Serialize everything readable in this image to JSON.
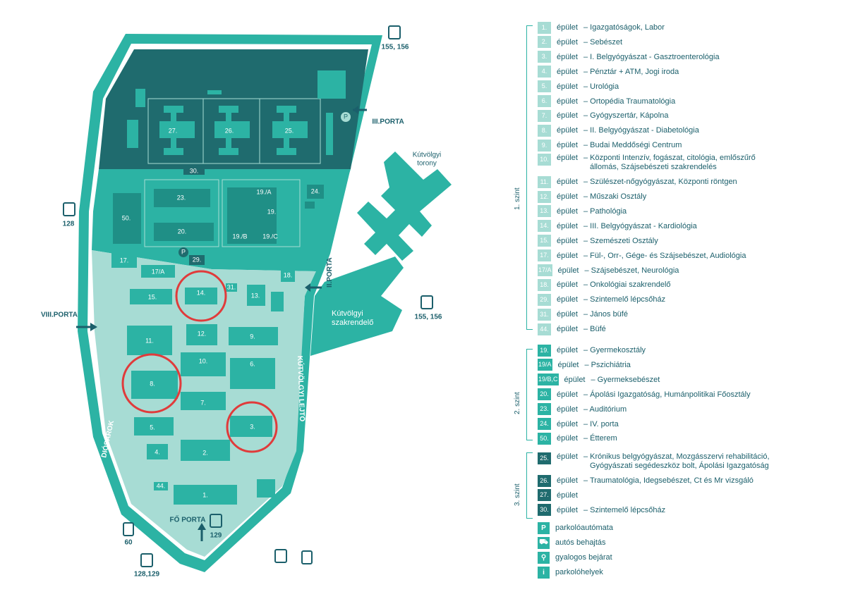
{
  "map": {
    "road_west": "DIÓSÁROK",
    "road_east": "KÚTVÖLGYI LEJTŐ",
    "gates": {
      "main": "FŐ PORTA",
      "second": "II.PORTA",
      "third": "III.PORTA",
      "eighth": "VIII.PORTA"
    },
    "external": {
      "tower": "Kútvölgyi torony",
      "clinic": "Kútvölgyi szakrendelő"
    },
    "transit": {
      "bus_top": "155, 156",
      "bus_left": "128",
      "bus_right": "155, 156",
      "tram_bottom_left": "60",
      "bus_bottom_left": "128,129",
      "bus_gate": "129"
    },
    "buildings": {
      "b1": "1.",
      "b2": "2.",
      "b3": "3.",
      "b4": "4.",
      "b5": "5.",
      "b6": "6.",
      "b7": "7.",
      "b8": "8.",
      "b9": "9.",
      "b10": "10.",
      "b11": "11.",
      "b12": "12.",
      "b13": "13.",
      "b14": "14.",
      "b15": "15.",
      "b17": "17.",
      "b17a": "17/A",
      "b18": "18.",
      "b19": "19.",
      "b19a": "19./A",
      "b19b": "19./B",
      "b19c": "19./C",
      "b20": "20.",
      "b23": "23.",
      "b24": "24.",
      "b25": "25.",
      "b26": "26.",
      "b27": "27.",
      "b29": "29.",
      "b30": "30.",
      "b31": "31.",
      "b44": "44.",
      "b50": "50."
    },
    "parking_symbol": "P"
  },
  "legend": {
    "epulet": "épület",
    "levels": {
      "l1": "1. szint",
      "l2": "2. szint",
      "l3": "3. szint"
    },
    "level1": [
      {
        "num": "1.",
        "desc": "– Igazgatóságok, Labor"
      },
      {
        "num": "2.",
        "desc": "– Sebészet"
      },
      {
        "num": "3.",
        "desc": "– I. Belgyógyászat - Gasztroenterológia"
      },
      {
        "num": "4.",
        "desc": "– Pénztár + ATM, Jogi iroda"
      },
      {
        "num": "5.",
        "desc": "– Urológia"
      },
      {
        "num": "6.",
        "desc": "– Ortopédia Traumatológia"
      },
      {
        "num": "7.",
        "desc": "– Gyógyszertár, Kápolna"
      },
      {
        "num": "8.",
        "desc": "– II. Belgyógyászat - Diabetológia"
      },
      {
        "num": "9.",
        "desc": "– Budai Meddőségi Centrum"
      },
      {
        "num": "10.",
        "desc": "– Központi Intenzív, fogászat, citológia, emlőszűrő",
        "desc2": "állomás, Szájsebészeti szakrendelés"
      },
      {
        "num": "11.",
        "desc": "– Szülészet-nőgyógyászat, Központi röntgen"
      },
      {
        "num": "12.",
        "desc": "– Műszaki Osztály"
      },
      {
        "num": "13.",
        "desc": "– Pathológia"
      },
      {
        "num": "14.",
        "desc": "– III. Belgyógyászat - Kardiológia"
      },
      {
        "num": "15.",
        "desc": "– Szemészeti Osztály"
      },
      {
        "num": "17.",
        "desc": "– Fül-, Orr-, Gége- és Szájsebészet, Audiológia"
      },
      {
        "num": "17/A",
        "desc": "– Szájsebészet, Neurológia"
      },
      {
        "num": "18.",
        "desc": "– Onkológiai szakrendelő"
      },
      {
        "num": "29.",
        "desc": "– Szintemelő lépcsőház"
      },
      {
        "num": "31.",
        "desc": "– János büfé"
      },
      {
        "num": "44.",
        "desc": "– Büfé"
      }
    ],
    "level2": [
      {
        "num": "19.",
        "desc": "– Gyermekosztály"
      },
      {
        "num": "19/A",
        "desc": "– Pszichiátria"
      },
      {
        "num": "19/B,C",
        "desc": "– Gyermeksebészet"
      },
      {
        "num": "20.",
        "desc": "– Ápolási Igazgatóság, Humánpolitikai Főosztály"
      },
      {
        "num": "23.",
        "desc": "– Auditórium"
      },
      {
        "num": "24.",
        "desc": "– IV. porta"
      },
      {
        "num": "50.",
        "desc": "– Étterem"
      }
    ],
    "level3": [
      {
        "num": "25.",
        "desc": "– Krónikus belgyógyászat, Mozgásszervi rehabilitáció,",
        "desc2": "Gyógyászati segédeszköz bolt, Ápolási Igazgatóság"
      },
      {
        "num": "26.",
        "desc": "– Traumatológia, Idegsebészet, Ct és Mr vizsgáló"
      },
      {
        "num": "27.",
        "desc": ""
      },
      {
        "num": "30.",
        "desc": "– Szintemelő lépcsőház"
      }
    ],
    "symbols": [
      {
        "sym": "P",
        "desc": "parkolóautómata"
      },
      {
        "sym": "car",
        "desc": "autós behajtás"
      },
      {
        "sym": "walk",
        "desc": "gyalogos bejárat"
      },
      {
        "sym": "park",
        "desc": "parkolóhelyek"
      }
    ]
  },
  "colors": {
    "level1": "#a7dcd4",
    "level2": "#2cb3a4",
    "level3": "#1f6b6e",
    "text": "#1b5f6b"
  }
}
